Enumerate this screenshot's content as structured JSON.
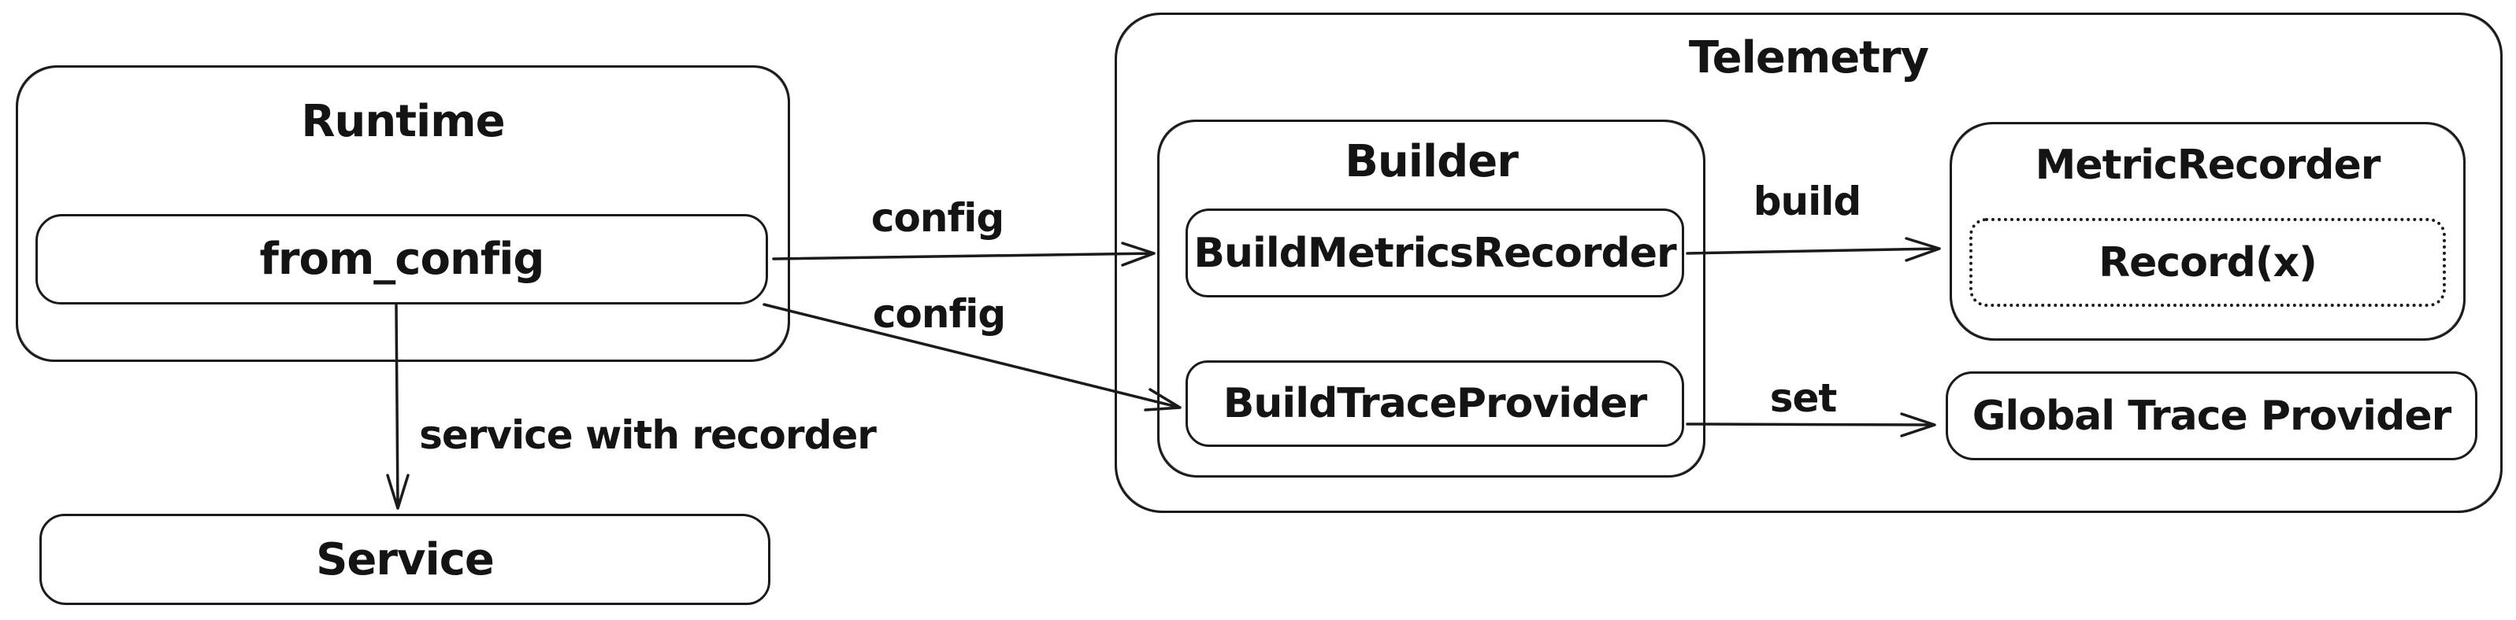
{
  "canvas": {
    "background": "#ffffff",
    "stroke_color": "#1b1b1b"
  },
  "runtime": {
    "title": "Runtime",
    "from_config_label": "from_config"
  },
  "service": {
    "label": "Service"
  },
  "telemetry": {
    "title": "Telemetry",
    "builder": {
      "title": "Builder",
      "build_metrics_recorder_label": "BuildMetricsRecorder",
      "build_trace_provider_label": "BuildTraceProvider"
    },
    "metric_recorder": {
      "title": "MetricRecorder",
      "record_label": "Record(x)"
    },
    "global_trace_provider_label": "Global Trace Provider"
  },
  "arrows": {
    "config_top_label": "config",
    "config_bottom_label": "config",
    "build_label": "build",
    "set_label": "set",
    "service_label": "service with recorder"
  }
}
